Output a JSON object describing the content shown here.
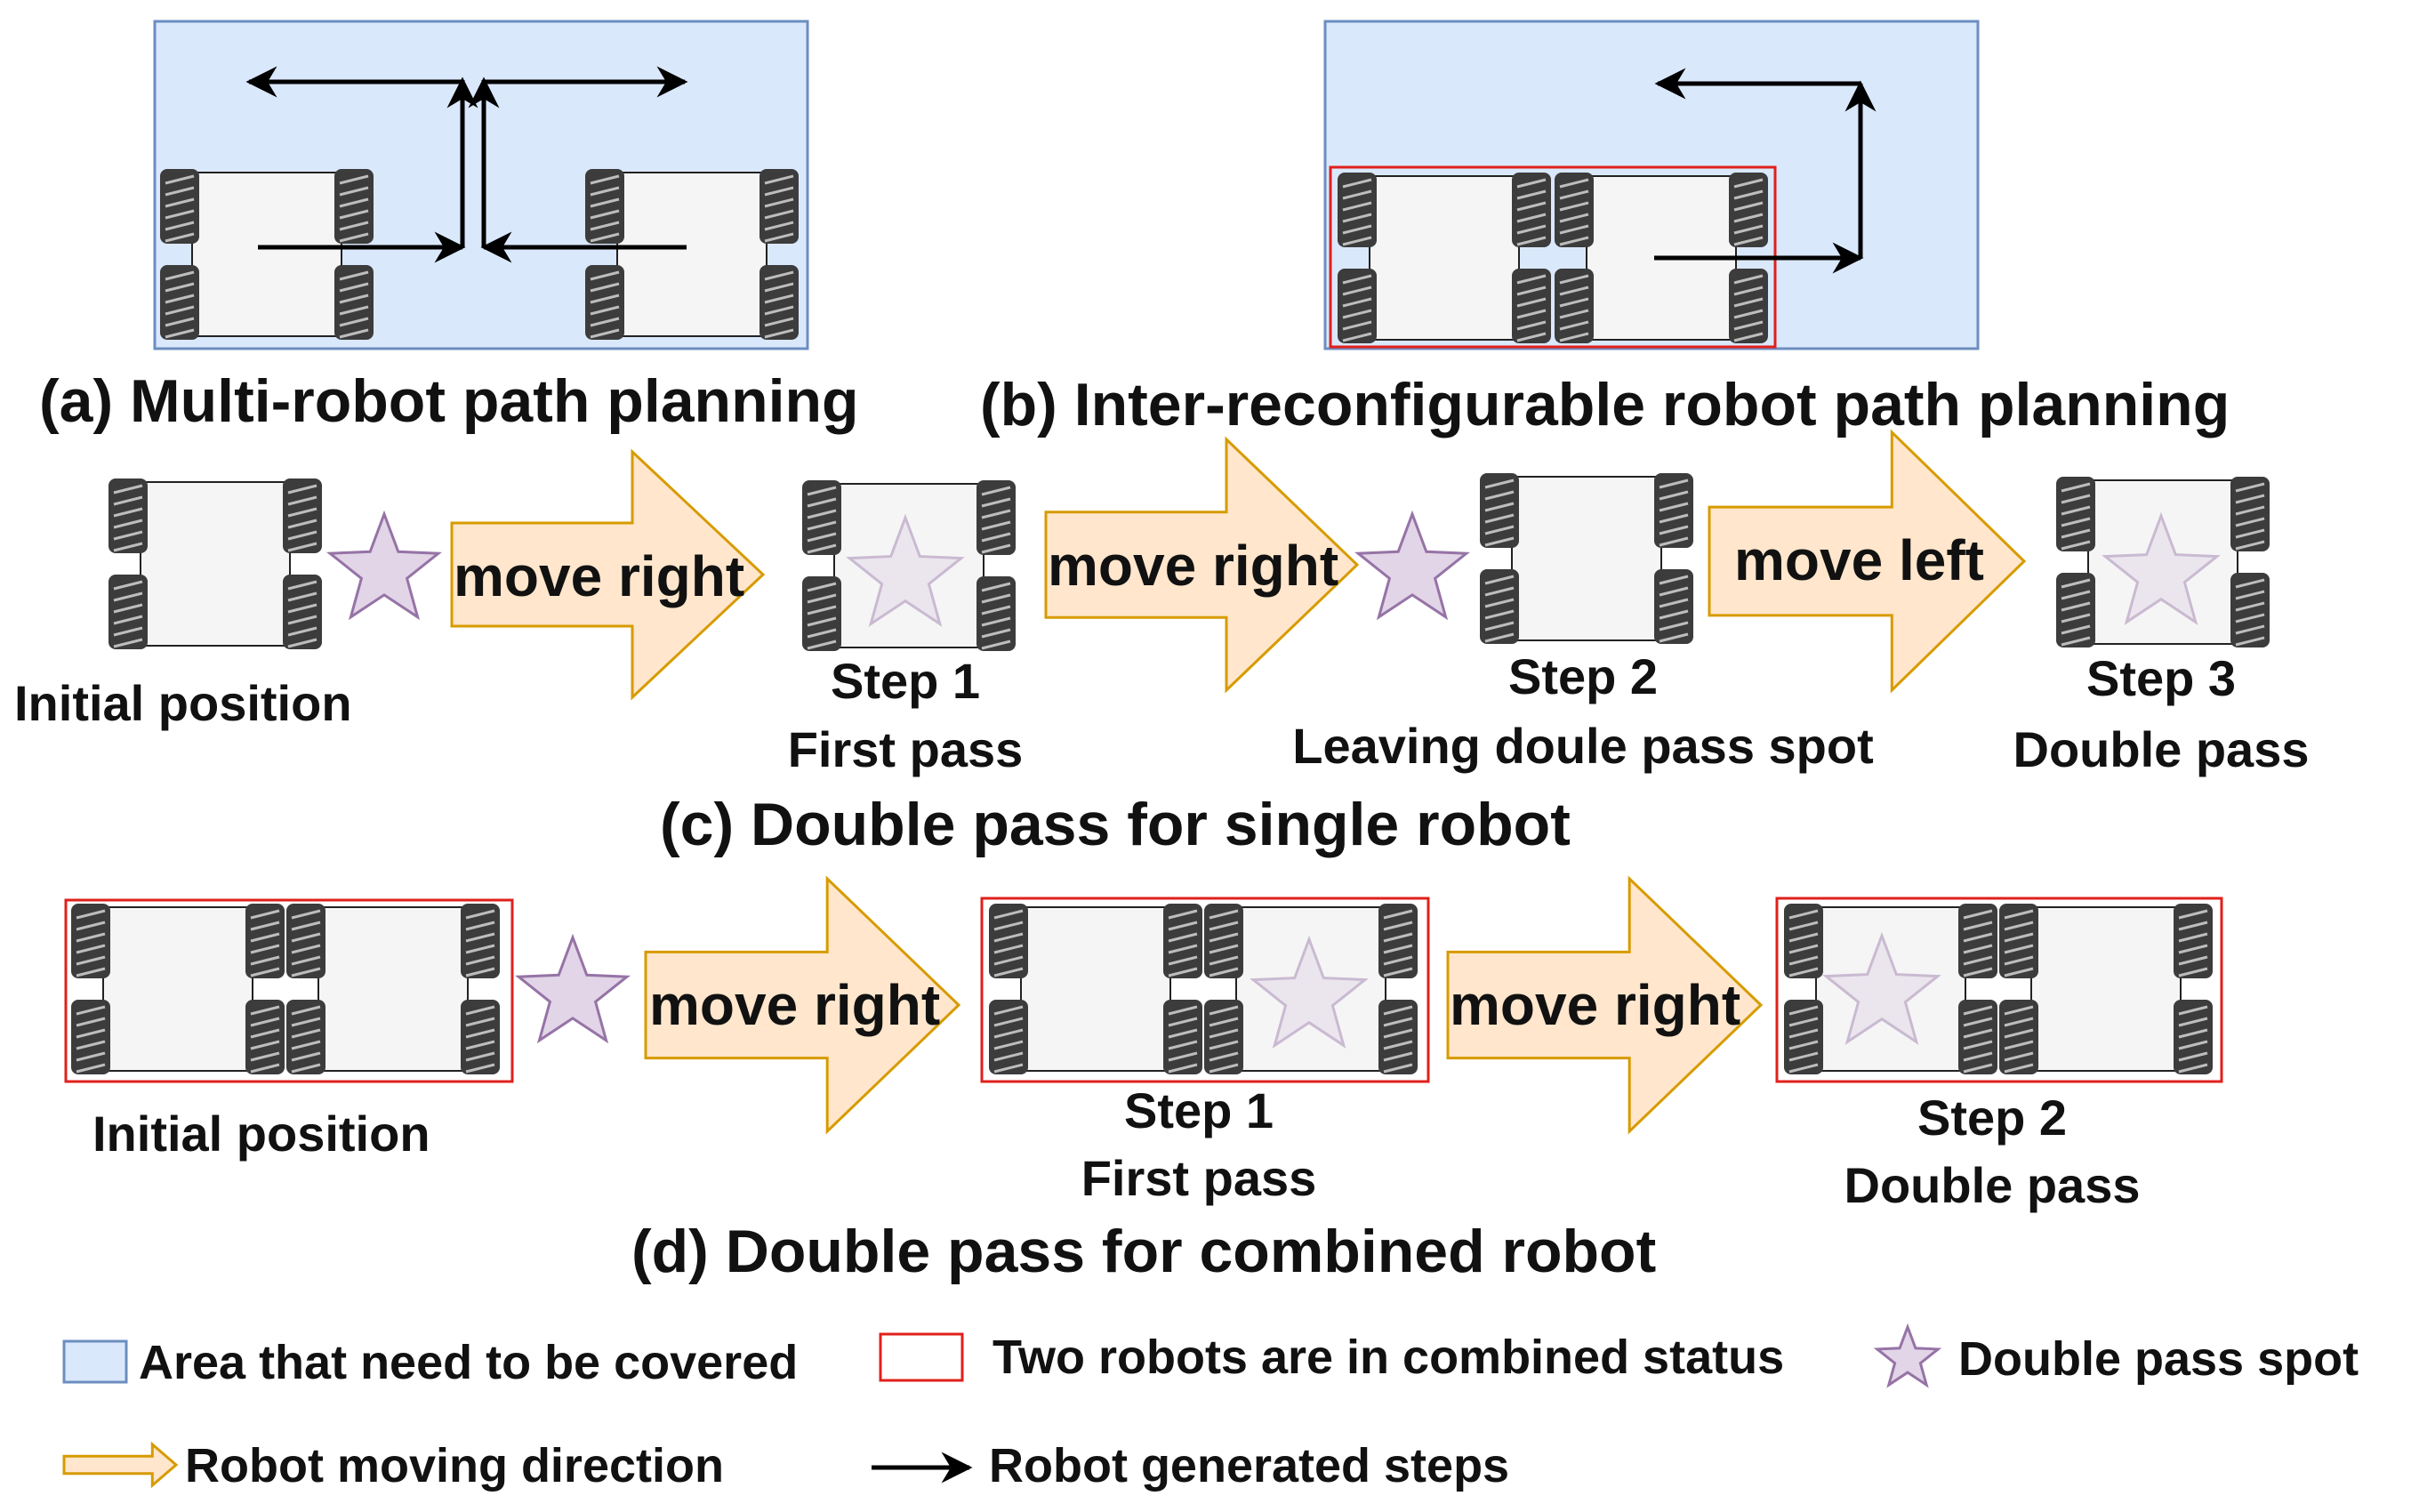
{
  "colors": {
    "area_fill": "#dae8fc",
    "area_stroke": "#6c8ebf",
    "combined_stroke": "#e0201b",
    "star_fill": "#e1d5e7",
    "star_stroke": "#9673a6",
    "arrow_fill": "#ffe6cc",
    "arrow_stroke": "#d79b00",
    "robot_body": "#f5f5f5",
    "wheel": "#3c3c3c",
    "text": "#111111"
  },
  "icons": {
    "robot": "robot-icon",
    "wheel": "wheel-icon",
    "star": "star-icon",
    "move_arrow": "block-arrow-icon",
    "step_arrow": "line-arrow-icon"
  },
  "panel_a": {
    "title": "(a) Multi-robot path planning"
  },
  "panel_b": {
    "title": "(b) Inter-reconfigurable robot path planning"
  },
  "panel_c": {
    "title": "(c) Double pass for single robot",
    "initial": "Initial position",
    "move1": "move right",
    "move2": "move right",
    "move3": "move left",
    "step1": "Step 1",
    "step1_sub": "First pass",
    "step2": "Step 2",
    "step2_sub": "Leaving doule pass spot",
    "step3": "Step 3",
    "step3_sub": "Double pass"
  },
  "panel_d": {
    "title": "(d) Double pass for combined robot",
    "initial": "Initial position",
    "move1": "move right",
    "move2": "move right",
    "step1": "Step 1",
    "step1_sub": "First pass",
    "step2": "Step 2",
    "step2_sub": "Double pass"
  },
  "legend": {
    "area": "Area that need to be covered",
    "combined": "Two robots are in combined status",
    "spot": "Double pass spot",
    "direction": "Robot moving direction",
    "steps": "Robot generated steps"
  }
}
